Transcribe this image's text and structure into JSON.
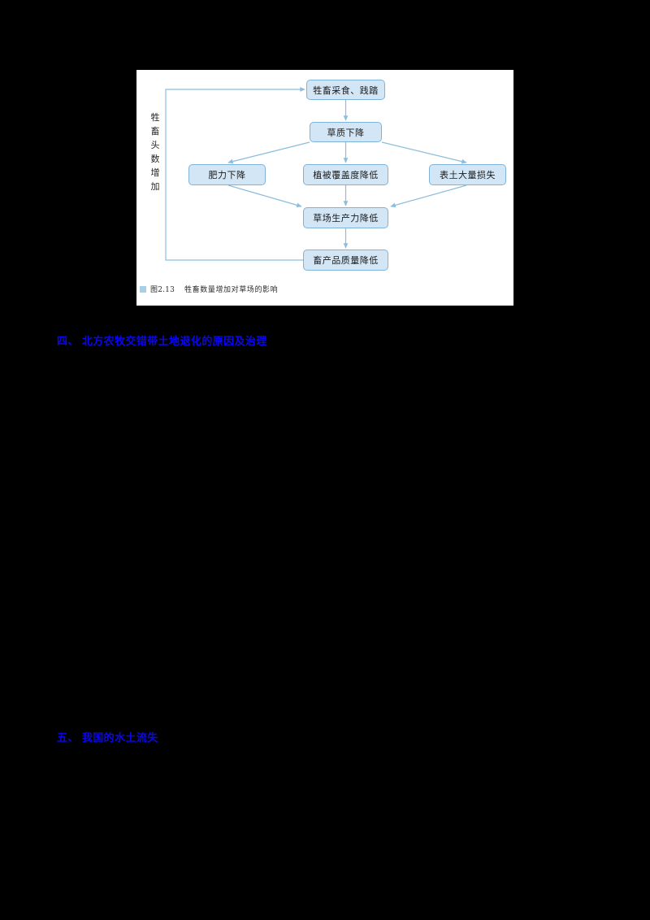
{
  "figure": {
    "caption_marker": "blue-square-marker",
    "caption_number": "图2.13",
    "caption_text": "牲畜数量增加对草场的影响",
    "side_label_chars": [
      "牲",
      "畜",
      "头",
      "数",
      "增",
      "加"
    ],
    "side_label_text": "牲畜头数增加",
    "colors": {
      "node_fill": "#d3e6f5",
      "node_border": "#7fb2d9",
      "connector": "#8bbdde",
      "panel_background": "#ffffff",
      "caption_marker": "#a8cfe8"
    },
    "nodes": [
      {
        "id": "graze",
        "label": "牲畜采食、践踏"
      },
      {
        "id": "quality",
        "label": "草质下降"
      },
      {
        "id": "fert",
        "label": "肥力下降"
      },
      {
        "id": "cover",
        "label": "植被覆盖度降低"
      },
      {
        "id": "soil",
        "label": "表土大量损失"
      },
      {
        "id": "prod",
        "label": "草场生产力降低"
      },
      {
        "id": "product",
        "label": "畜产品质量降低"
      }
    ]
  },
  "headings": [
    {
      "number": "四、",
      "text": "北方农牧交错带土地退化的原因及治理"
    },
    {
      "number": "五、",
      "text": "我国的水土流失"
    }
  ]
}
